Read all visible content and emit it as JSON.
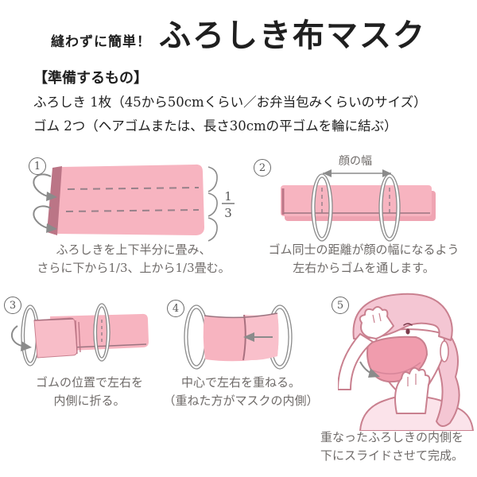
{
  "title": {
    "prefix": "縫わずに簡単！",
    "main": "ふろしき布マスク"
  },
  "materials": {
    "heading": "【準備するもの】",
    "items": [
      "ふろしき 1枚（45から50cmくらい／お弁当包みくらいのサイズ）",
      "ゴム 2つ（ヘアゴムまたは、長さ30cmの平ゴムを輪に結ぶ）"
    ]
  },
  "steps": [
    {
      "number": "1",
      "fraction": {
        "num": "1",
        "den": "3"
      },
      "caption_line1": "ふろしきを上下半分に畳み、",
      "caption_line2": "さらに下から1/3、上から1/3畳む。"
    },
    {
      "number": "2",
      "width_label": "顔の幅",
      "caption_line1": "ゴム同士の距離が顔の幅になるよう",
      "caption_line2": "左右からゴムを通します。"
    },
    {
      "number": "3",
      "caption_line1": "ゴムの位置で左右を",
      "caption_line2": "内側に折る。"
    },
    {
      "number": "4",
      "caption_line1": "中心で左右を重ねる。",
      "caption_line2": "（重ねた方がマスクの内側）"
    },
    {
      "number": "5",
      "caption_line1": "重なったふろしきの内側を",
      "caption_line2": "下にスライドさせて完成。"
    }
  ],
  "colors": {
    "cloth_pink": "#f7b4c0",
    "cloth_shadow": "#efa4b2",
    "cloth_edge": "#bb7586",
    "fold_line": "#9b7480",
    "mask_pink": "#f09cad",
    "illustration_outline": "#c9808f",
    "hair_pink": "#f4c6d3",
    "body_pink": "#fbe3ea",
    "elastic_gray": "#8b8b8b",
    "dash_gray": "#97818a",
    "caption_gray": "#6f6b69",
    "title_black": "#1f1f1f"
  }
}
